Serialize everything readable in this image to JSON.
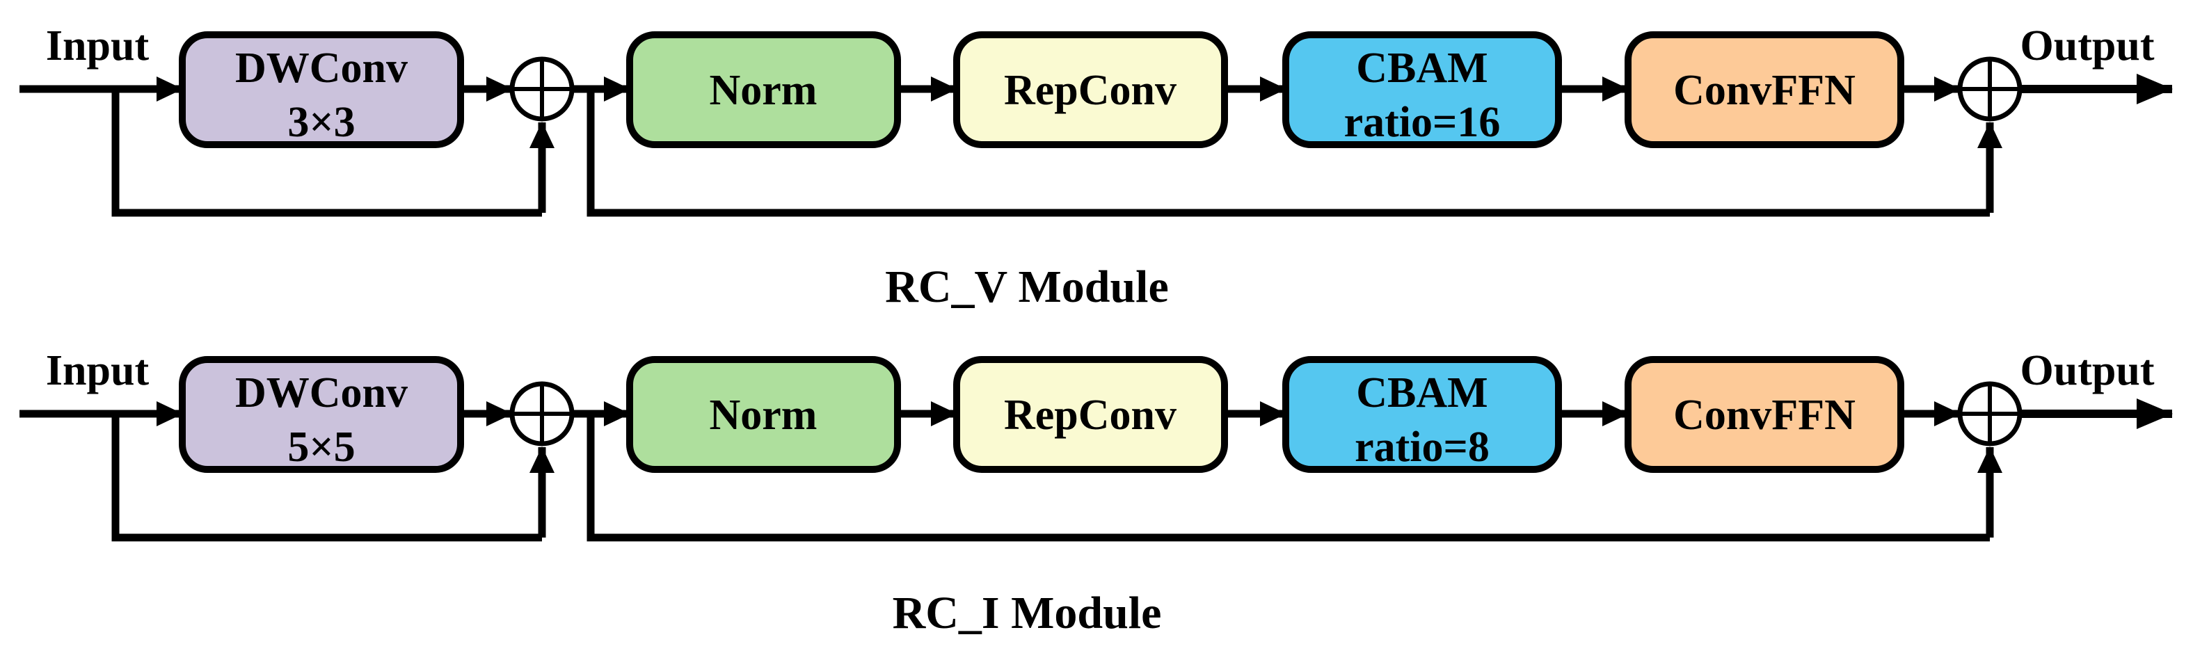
{
  "colors": {
    "lavender": "#CBC2DC",
    "green": "#AEDF9D",
    "yellow": "#FAFAD2",
    "blue": "#55C7F0",
    "orange": "#FDCA98",
    "line": "#000000",
    "background": "#FFFFFF"
  },
  "modules": [
    {
      "title": "RC_V Module",
      "input_label": "Input",
      "output_label": "Output",
      "dwconv": {
        "line1": "DWConv",
        "line2": "3×3"
      },
      "norm": "Norm",
      "repconv": "RepConv",
      "cbam": {
        "line1": "CBAM",
        "line2": "ratio=16"
      },
      "convffn": "ConvFFN"
    },
    {
      "title": "RC_I Module",
      "input_label": "Input",
      "output_label": "Output",
      "dwconv": {
        "line1": "DWConv",
        "line2": "5×5"
      },
      "norm": "Norm",
      "repconv": "RepConv",
      "cbam": {
        "line1": "CBAM",
        "line2": "ratio=8"
      },
      "convffn": "ConvFFN"
    }
  ]
}
